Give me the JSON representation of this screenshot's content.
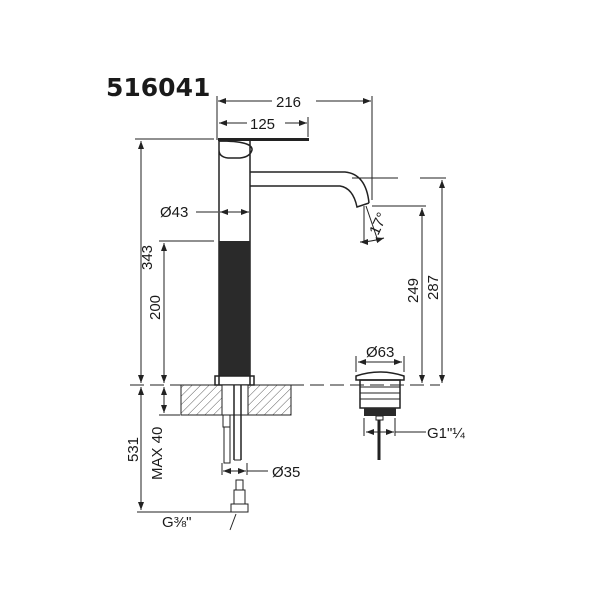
{
  "title": "516041",
  "dimensions": {
    "overall_width": "216",
    "lever_length": "125",
    "total_height": "343",
    "body_diameter": "Ø43",
    "spout_angle": "17°",
    "knurled_height": "200",
    "spout_height": "249",
    "spout_top_height": "287",
    "waste_diameter": "Ø63",
    "waste_thread": "G1\"¼",
    "below_counter": "531",
    "max_counter": "MAX 40",
    "shank_diameter": "Ø35",
    "hose_thread": "G⅜\""
  },
  "colors": {
    "line": "#222222",
    "knurl": "#2a2a2a"
  }
}
